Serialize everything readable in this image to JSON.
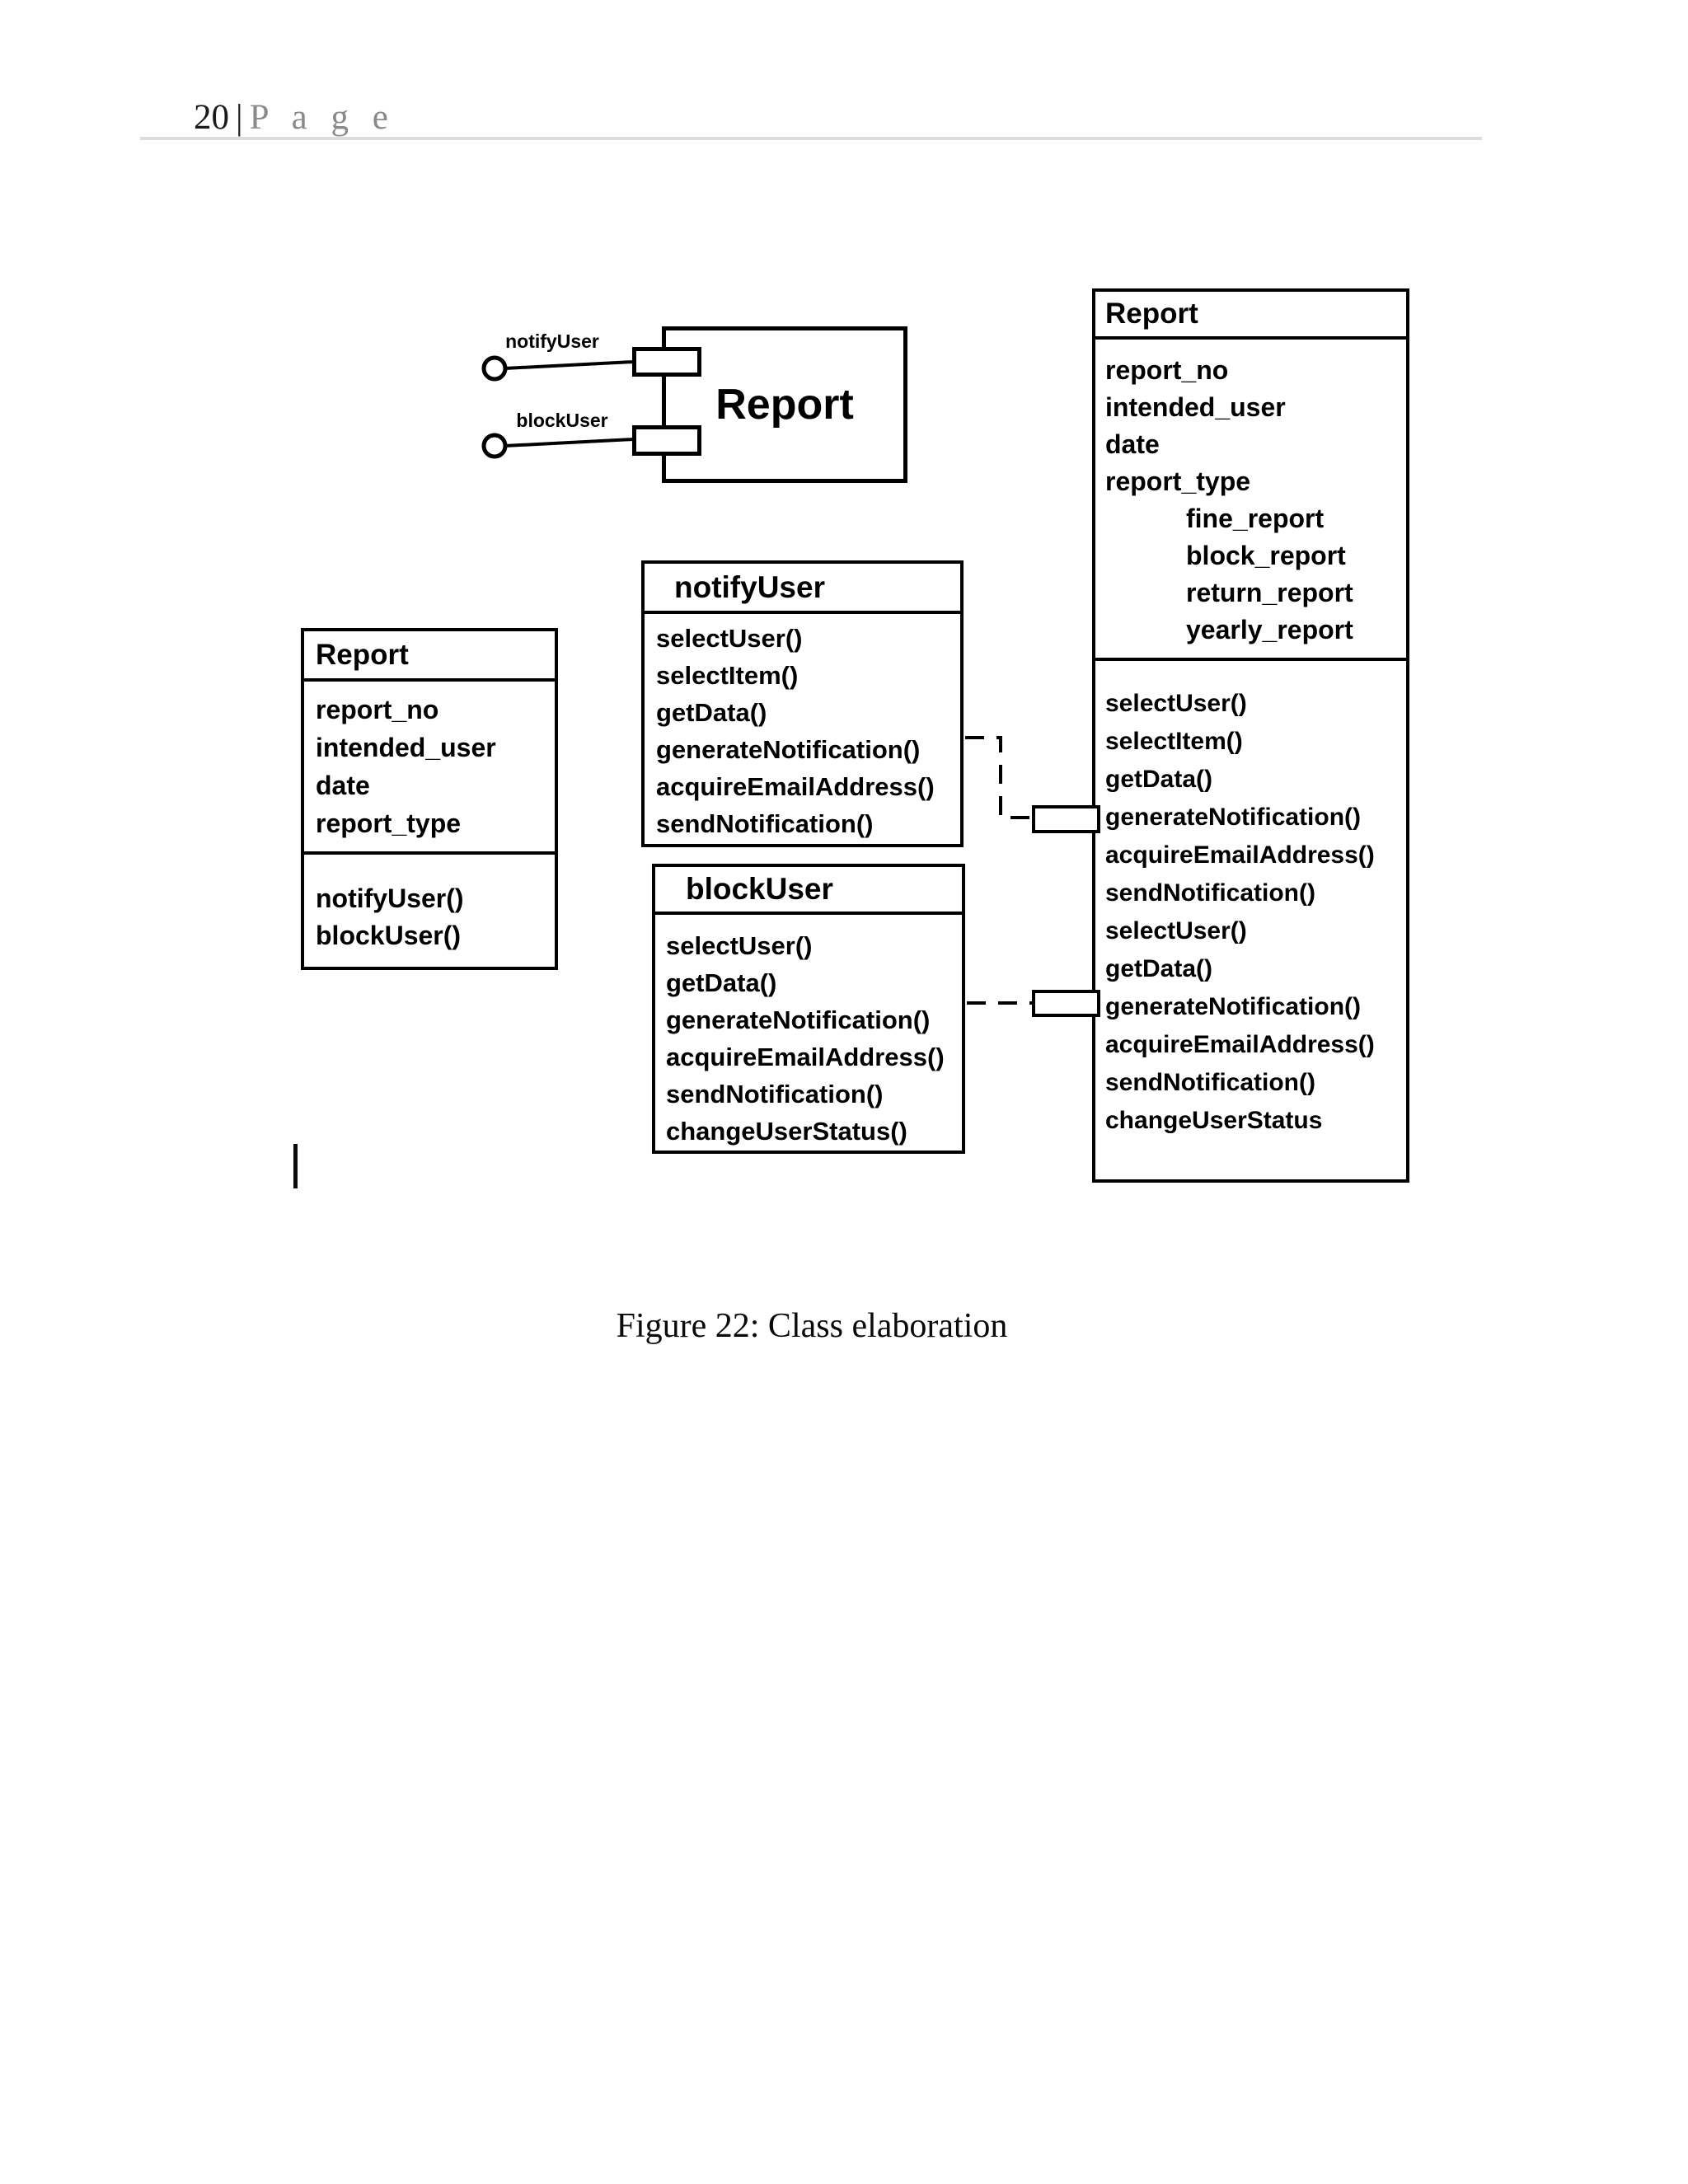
{
  "page": {
    "number": "20",
    "separator": "|",
    "label": "P a g e",
    "caption": "Figure 22: Class elaboration"
  },
  "component_diagram": {
    "component_name": "Report",
    "interfaces": [
      {
        "label": "notifyUser"
      },
      {
        "label": "blockUser"
      }
    ]
  },
  "class_report_left": {
    "title": "Report",
    "attributes": [
      "report_no",
      "intended_user",
      "date",
      "report_type"
    ],
    "methods": [
      "notifyUser()",
      "blockUser()"
    ]
  },
  "class_notify_user": {
    "title": "notifyUser",
    "methods": [
      "selectUser()",
      "selectItem()",
      "getData()",
      "generateNotification()",
      "acquireEmailAddress()",
      "sendNotification()"
    ]
  },
  "class_block_user": {
    "title": "blockUser",
    "methods": [
      "selectUser()",
      "getData()",
      "generateNotification()",
      "acquireEmailAddress()",
      "sendNotification()",
      "changeUserStatus()"
    ]
  },
  "class_report_right": {
    "title": "Report",
    "attributes": [
      "report_no",
      "intended_user",
      "date",
      "report_type"
    ],
    "report_types": [
      "fine_report",
      "block_report",
      "return_report",
      "yearly_report"
    ],
    "methods": [
      "selectUser()",
      "selectItem()",
      "getData()",
      "generateNotification()",
      "acquireEmailAddress()",
      "sendNotification()",
      "selectUser()",
      "getData()",
      "generateNotification()",
      "acquireEmailAddress()",
      "sendNotification()",
      "changeUserStatus"
    ]
  },
  "colors": {
    "diagram_line": "#000000",
    "header_gray": "#8a8a8a",
    "rule_gray": "#dcdcdc"
  }
}
